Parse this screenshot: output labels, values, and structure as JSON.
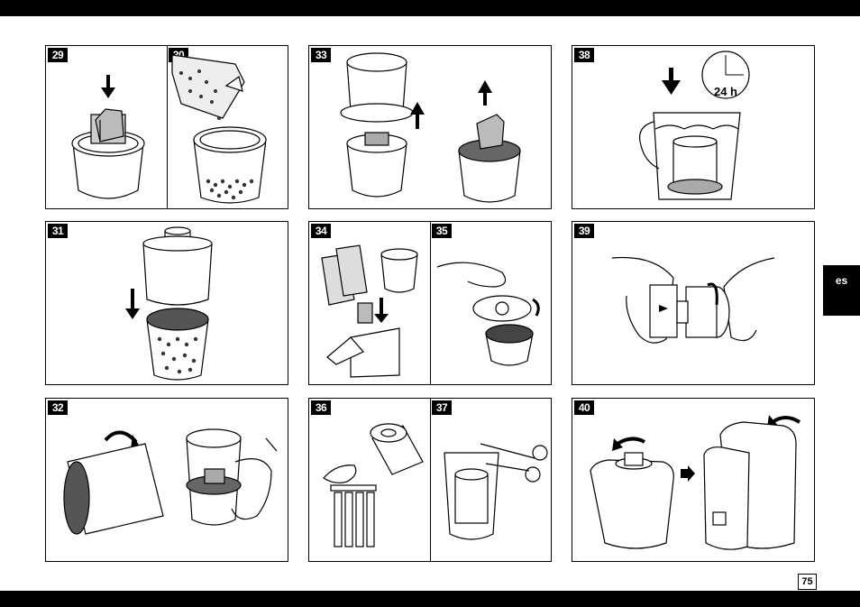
{
  "language_tab": "es",
  "page_number": "75",
  "panels": {
    "p29": "29",
    "p30": "30",
    "p31": "31",
    "p32": "32",
    "p33": "33",
    "p34": "34",
    "p35": "35",
    "p36": "36",
    "p37": "37",
    "p38": "38",
    "p39": "39",
    "p40": "40"
  },
  "timer_label": "24 h"
}
